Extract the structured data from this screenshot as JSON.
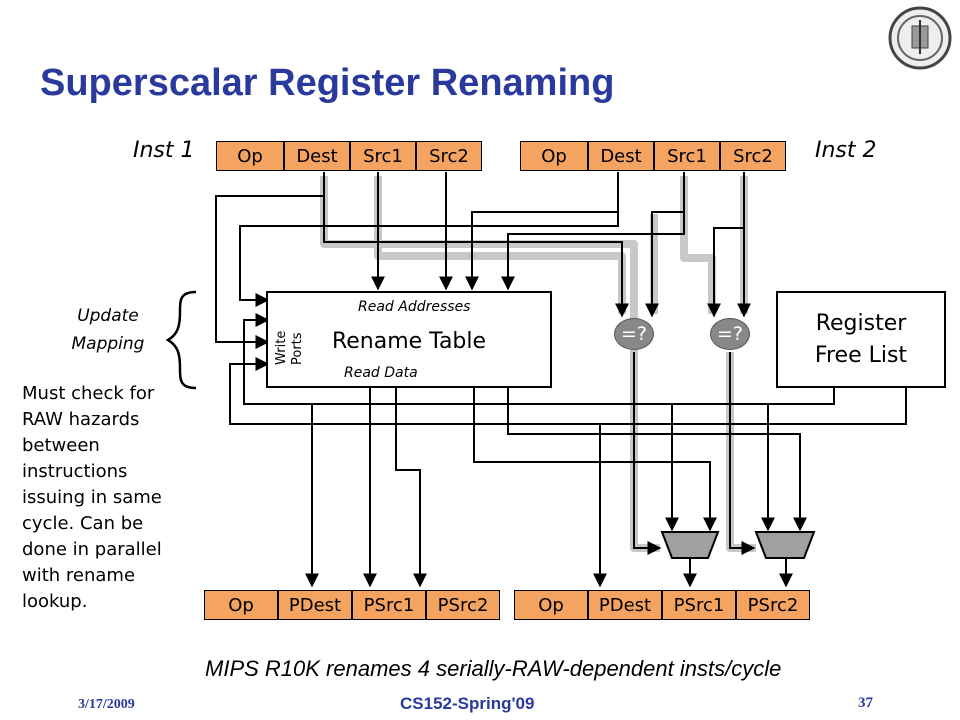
{
  "title": "Superscalar Register Renaming",
  "inst1_label": "Inst 1",
  "inst2_label": "Inst 2",
  "inst1_fields": [
    "Op",
    "Dest",
    "Src1",
    "Src2"
  ],
  "inst2_fields": [
    "Op",
    "Dest",
    "Src1",
    "Src2"
  ],
  "out1_fields": [
    "Op",
    "PDest",
    "PSrc1",
    "PSrc2"
  ],
  "out2_fields": [
    "Op",
    "PDest",
    "PSrc1",
    "PSrc2"
  ],
  "rename_table": {
    "name": "Rename Table",
    "read_addresses": "Read Addresses",
    "read_data": "Read Data",
    "write_ports": [
      "Write",
      "Ports"
    ]
  },
  "free_list": [
    "Register",
    "Free List"
  ],
  "comparator_label": "=?",
  "update_mapping": [
    "Update",
    "Mapping"
  ],
  "note_lines": [
    "Must check for",
    "RAW hazards",
    "between",
    "instructions",
    "issuing in same",
    "cycle.  Can be",
    "done in parallel",
    "with rename",
    "lookup."
  ],
  "caption": "MIPS R10K renames 4 serially-RAW-dependent insts/cycle",
  "footer": {
    "date": "3/17/2009",
    "course": "CS152-Spring'09",
    "page": "37"
  },
  "colors": {
    "title": "#2a3a9c",
    "field_fill": "#f4a460",
    "bus_shadow": "#c8c8c8",
    "comparator": "#888888",
    "mux": "#a0a0a0"
  }
}
